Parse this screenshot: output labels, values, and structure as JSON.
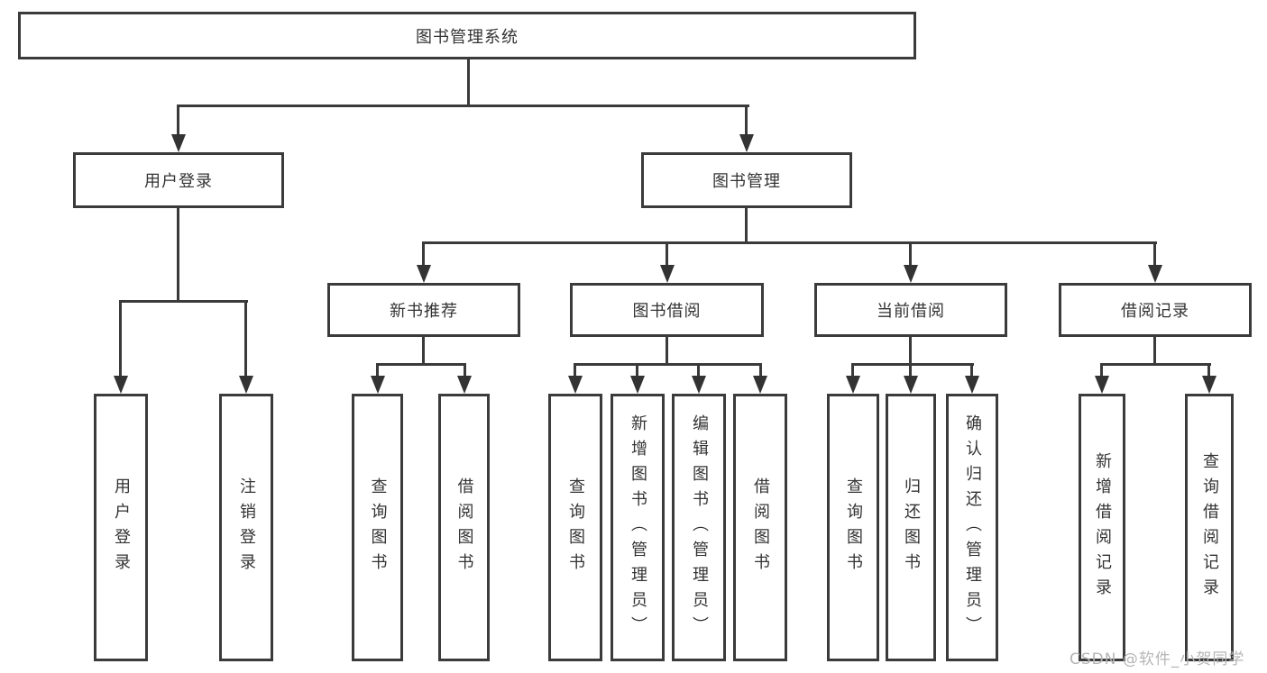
{
  "tree": {
    "root": {
      "label": "图书管理系统",
      "children": [
        {
          "label": "用户登录",
          "children": [
            {
              "label": "用户登录"
            },
            {
              "label": "注销登录"
            }
          ]
        },
        {
          "label": "图书管理",
          "children": [
            {
              "label": "新书推荐",
              "children": [
                {
                  "label": "查询图书"
                },
                {
                  "label": "借阅图书"
                }
              ]
            },
            {
              "label": "图书借阅",
              "children": [
                {
                  "label": "查询图书"
                },
                {
                  "label": "新增图书（管理员）"
                },
                {
                  "label": "编辑图书（管理员）"
                },
                {
                  "label": "借阅图书"
                }
              ]
            },
            {
              "label": "当前借阅",
              "children": [
                {
                  "label": "查询图书"
                },
                {
                  "label": "归还图书"
                },
                {
                  "label": "确认归还（管理员）"
                }
              ]
            },
            {
              "label": "借阅记录",
              "children": [
                {
                  "label": "新增借阅记录"
                },
                {
                  "label": "查询借阅记录"
                }
              ]
            }
          ]
        }
      ]
    }
  },
  "watermark": {
    "text": "CSDN @软件_小贺同学"
  },
  "colors": {
    "line": "#3a3a3a",
    "border": "#3b3b3b",
    "text": "#333333",
    "watermark": "#b5b5b5",
    "background": "#ffffff"
  }
}
